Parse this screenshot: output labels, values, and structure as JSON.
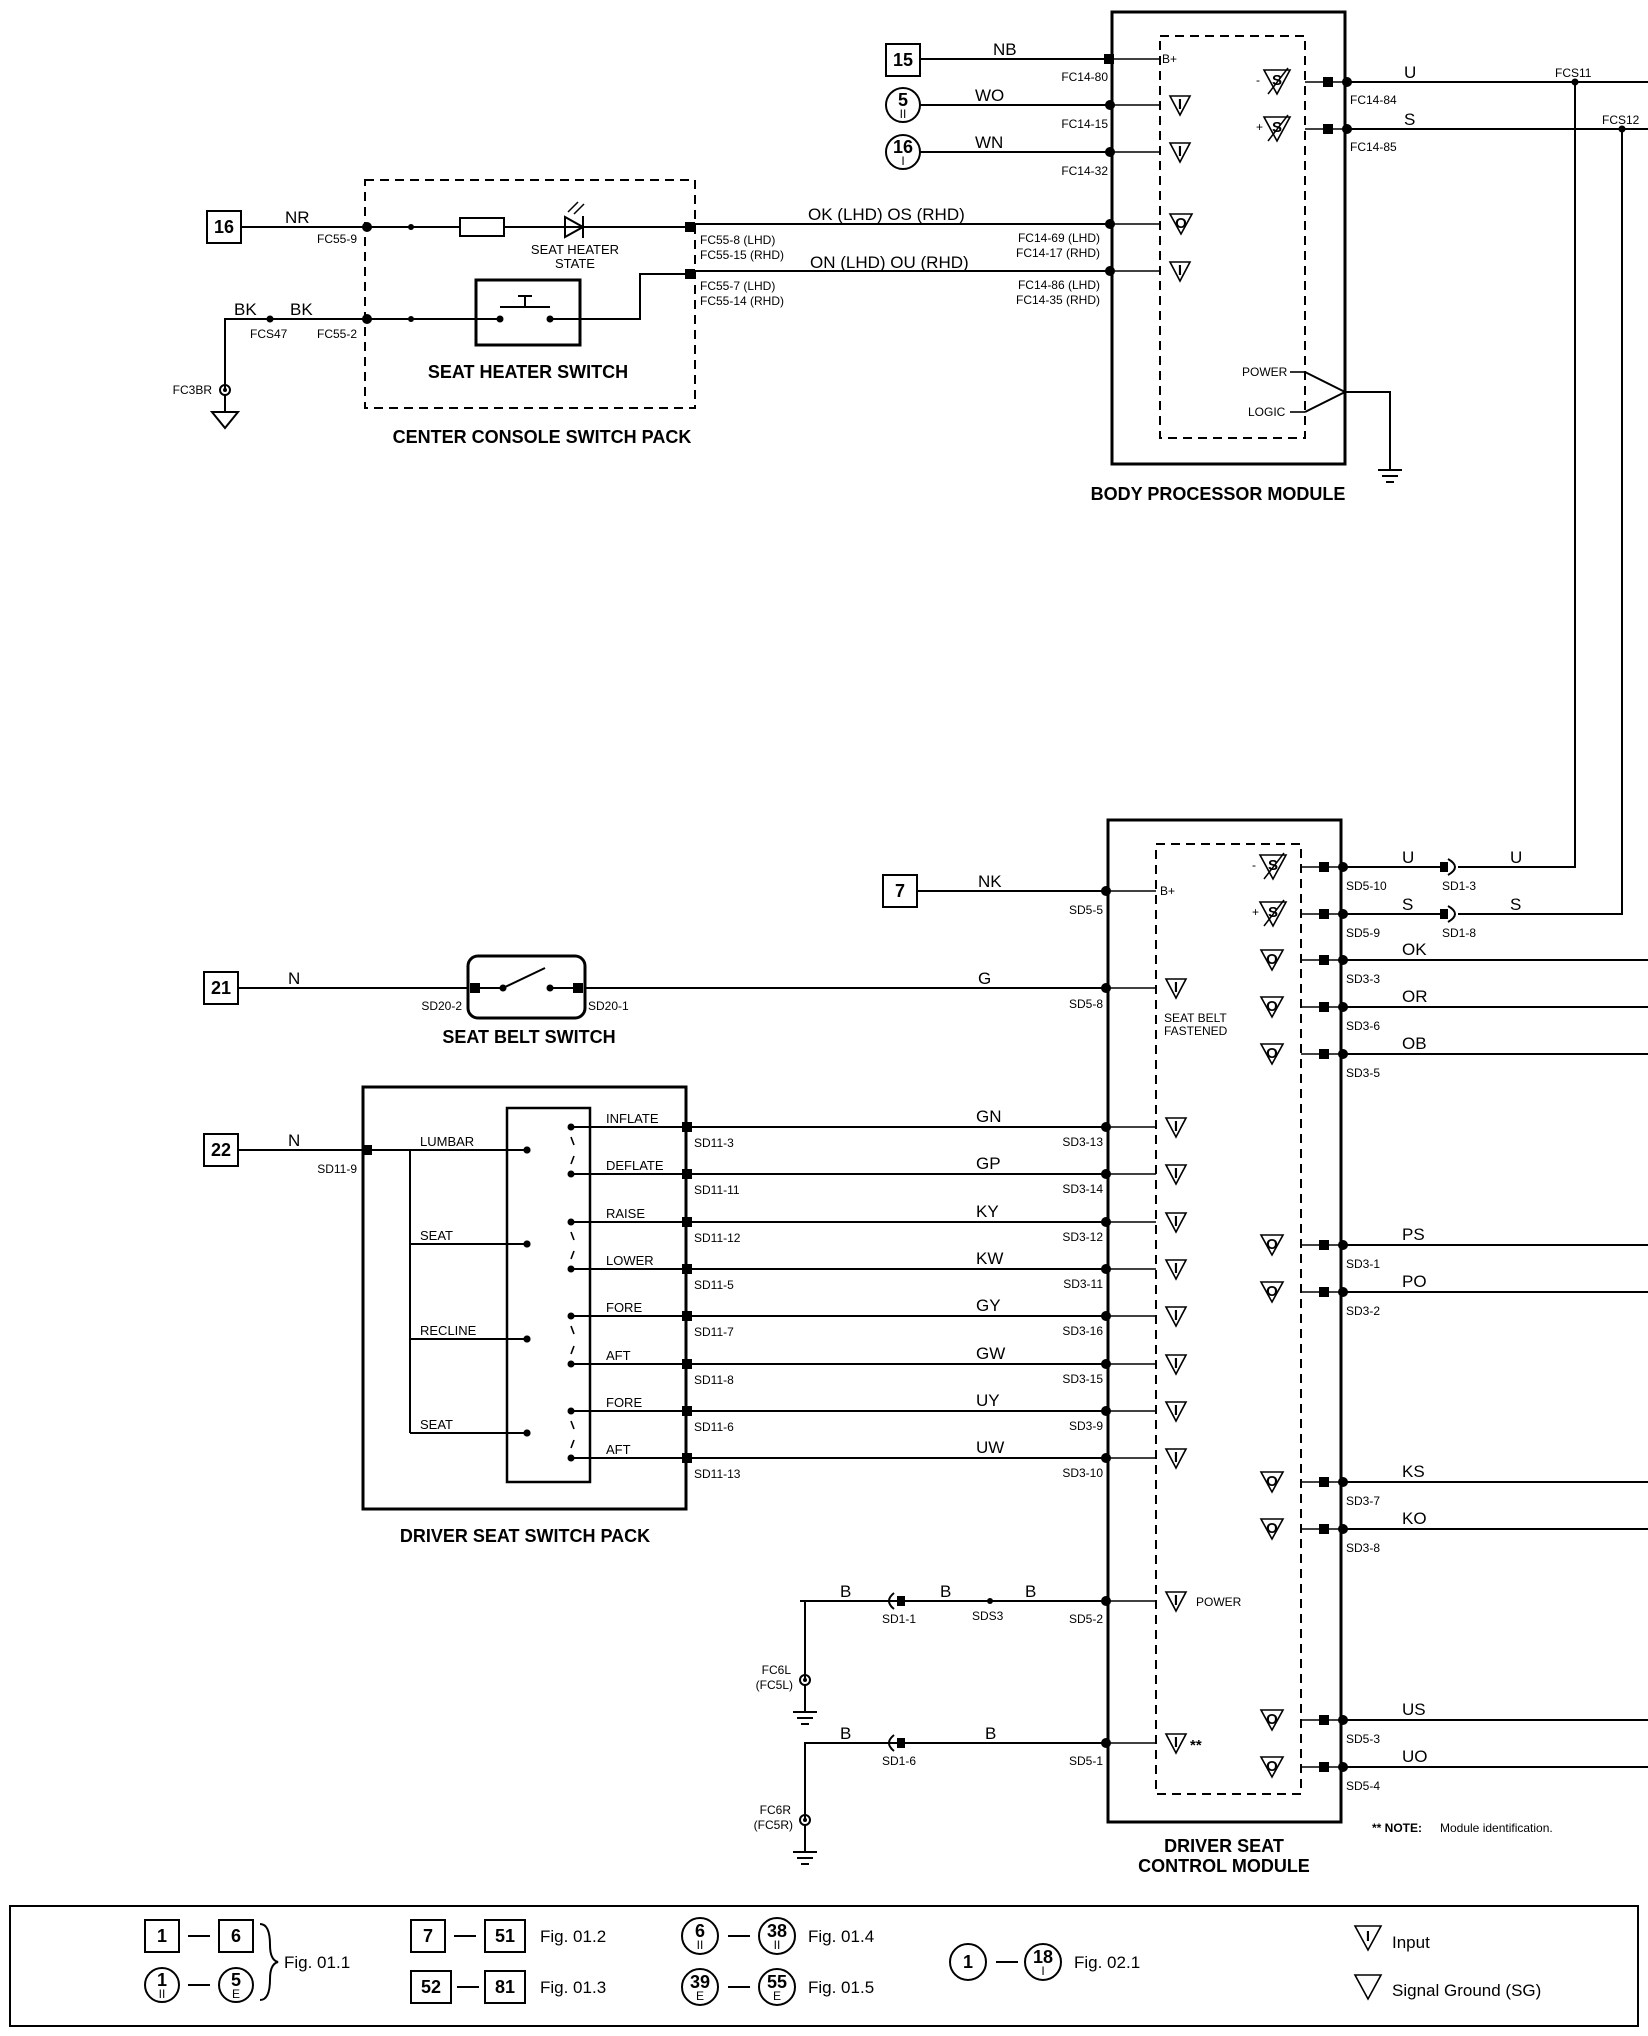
{
  "modules": {
    "body_processor": "BODY PROCESSOR MODULE",
    "driver_seat_l1": "DRIVER SEAT",
    "driver_seat_l2": "CONTROL MODULE",
    "center_console": "CENTER CONSOLE SWITCH PACK",
    "seat_heater_switch": "SEAT HEATER SWITCH",
    "seat_belt_switch": "SEAT BELT SWITCH",
    "driver_seat_switch_pack": "DRIVER SEAT SWITCH PACK"
  },
  "refs": {
    "r15": "15",
    "r5": "5",
    "r5sub": "II",
    "r16": "16",
    "r16sub": "I",
    "r16b": "16",
    "r7": "7",
    "r21": "21",
    "r22": "22"
  },
  "bpm": {
    "nb": "NB",
    "wo": "WO",
    "wn": "WN",
    "fc14_80": "FC14-80",
    "fc14_15": "FC14-15",
    "fc14_32": "FC14-32",
    "bplus": "B+",
    "i_sym": "I",
    "o_sym": "O",
    "s_sym": "S",
    "minus": "-",
    "plus": "+",
    "fc14_84": "FC14-84",
    "fc14_85": "FC14-85",
    "u": "U",
    "s": "S",
    "fcs11": "FCS11",
    "fcs12": "FCS12",
    "ok_os": "OK (LHD)  OS (RHD)",
    "on_ou": "ON (LHD)  OU (RHD)",
    "fc14_69": "FC14-69 (LHD)",
    "fc14_17": "FC14-17 (RHD)",
    "fc14_86": "FC14-86 (LHD)",
    "fc14_35": "FC14-35 (RHD)",
    "power": "POWER",
    "logic": "LOGIC"
  },
  "console": {
    "nr": "NR",
    "fc55_9": "FC55-9",
    "bk1": "BK",
    "bk2": "BK",
    "fcs47": "FCS47",
    "fc55_2": "FC55-2",
    "fc3br": "FC3BR",
    "heater_state_l1": "SEAT HEATER",
    "heater_state_l2": "STATE",
    "fc55_8": "FC55-8 (LHD)",
    "fc55_15": "FC55-15 (RHD)",
    "fc55_7": "FC55-7 (LHD)",
    "fc55_14": "FC55-14 (RHD)"
  },
  "dscm": {
    "nk": "NK",
    "sd5_5": "SD5-5",
    "bplus": "B+",
    "n": "N",
    "g": "G",
    "sd20_2": "SD20-2",
    "sd20_1": "SD20-1",
    "sd5_8": "SD5-8",
    "belt_l1": "SEAT BELT",
    "belt_l2": "FASTENED",
    "sd5_10": "SD5-10",
    "sd5_9": "SD5-9",
    "sd1_3": "SD1-3",
    "sd1_8": "SD1-8",
    "u": "U",
    "s": "S",
    "ok": "OK",
    "or": "OR",
    "ob": "OB",
    "sd3_3": "SD3-3",
    "sd3_6": "SD3-6",
    "sd3_5": "SD3-5",
    "ps": "PS",
    "po": "PO",
    "sd3_1": "SD3-1",
    "sd3_2": "SD3-2",
    "ks": "KS",
    "ko": "KO",
    "sd3_7": "SD3-7",
    "sd3_8": "SD3-8",
    "us": "US",
    "uo": "UO",
    "sd5_3": "SD5-3",
    "sd5_4": "SD5-4",
    "b": "B",
    "sd1_1": "SD1-1",
    "sds3": "SDS3",
    "sd5_2": "SD5-2",
    "power": "POWER",
    "sd1_6": "SD1-6",
    "sd5_1": "SD5-1",
    "stars": "**",
    "fc6l": "FC6L",
    "fc5l": "(FC5L)",
    "fc6r": "FC6R",
    "fc5r": "(FC5R)",
    "note_label": "** NOTE:",
    "note_text": "Module identification."
  },
  "switchpack": {
    "n": "N",
    "sd11_9": "SD11-9",
    "lumbar": "LUMBAR",
    "seat1": "SEAT",
    "recline": "RECLINE",
    "seat2": "SEAT",
    "rows": [
      {
        "pos": "INFLATE",
        "pin": "SD11-3",
        "wire": "GN",
        "dpin": "SD3-13"
      },
      {
        "pos": "DEFLATE",
        "pin": "SD11-11",
        "wire": "GP",
        "dpin": "SD3-14"
      },
      {
        "pos": "RAISE",
        "pin": "SD11-12",
        "wire": "KY",
        "dpin": "SD3-12"
      },
      {
        "pos": "LOWER",
        "pin": "SD11-5",
        "wire": "KW",
        "dpin": "SD3-11"
      },
      {
        "pos": "FORE",
        "pin": "SD11-7",
        "wire": "GY",
        "dpin": "SD3-16"
      },
      {
        "pos": "AFT",
        "pin": "SD11-8",
        "wire": "GW",
        "dpin": "SD3-15"
      },
      {
        "pos": "FORE",
        "pin": "SD11-6",
        "wire": "UY",
        "dpin": "SD3-9"
      },
      {
        "pos": "AFT",
        "pin": "SD11-13",
        "wire": "UW",
        "dpin": "SD3-10"
      }
    ]
  },
  "legend": {
    "a1": "1",
    "a2": "6",
    "b1": "1",
    "b1s": "II",
    "b2": "5",
    "b2s": "E",
    "fig1": "Fig. 01.1",
    "c1": "7",
    "c2": "51",
    "fig2": "Fig. 01.2",
    "d1": "52",
    "d2": "81",
    "fig3": "Fig. 01.3",
    "e1": "6",
    "e1s": "II",
    "e2": "38",
    "e2s": "II",
    "fig4": "Fig. 01.4",
    "f1": "39",
    "f1s": "E",
    "f2": "55",
    "f2s": "E",
    "fig5": "Fig. 01.5",
    "g1": "1",
    "g2": "18",
    "g2s": "I",
    "fig6": "Fig. 02.1",
    "input_sym": "I",
    "input": "Input",
    "sg": "Signal Ground (SG)"
  }
}
